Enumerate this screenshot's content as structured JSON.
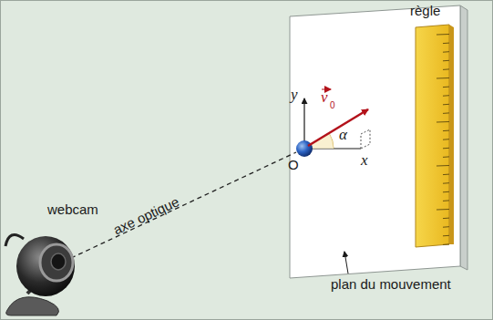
{
  "diagram": {
    "labels": [
      "règle",
      "y",
      "v",
      "0",
      "O",
      "α",
      "x",
      "webcam",
      "axe optique",
      "plan du mouvement"
    ]
  }
}
